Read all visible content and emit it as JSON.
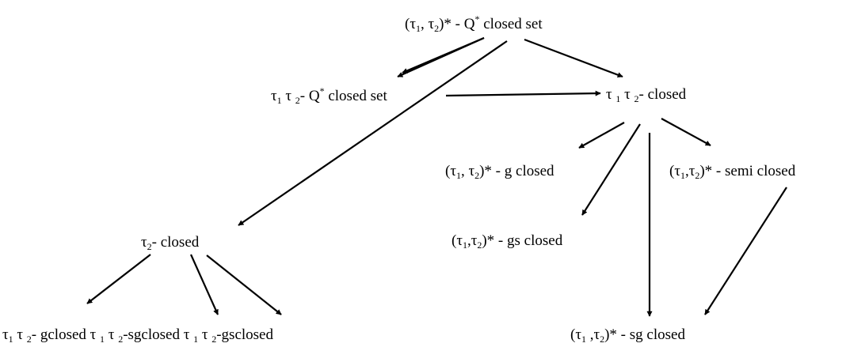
{
  "diagram": {
    "nodes": [
      {
        "id": "t1t2star-q-star-closed-set",
        "text": "(τ_1, τ_2)* - Q^* closed set"
      },
      {
        "id": "t1t2-q-star-closed-set",
        "text": "τ_1 τ _2- Q^* closed set"
      },
      {
        "id": "t1t2-closed",
        "text": "τ _1 τ _2- closed"
      },
      {
        "id": "t1t2star-g-closed",
        "text": "(τ_1, τ_2)* - g closed"
      },
      {
        "id": "t1t2star-semi-closed",
        "text": "(τ_1,τ_2)* - semi closed"
      },
      {
        "id": "t2-closed",
        "text": "τ_2- closed"
      },
      {
        "id": "t1t2star-gs-closed",
        "text": "(τ_1,τ_2)* - gs closed"
      },
      {
        "id": "bottom-left-closed-sets",
        "text": "τ_1 τ _2- gclosed τ _1 τ _2-sgclosed τ _1 τ _2-gsclosed"
      },
      {
        "id": "t1t2star-sg-closed",
        "text": "(τ_1 ,τ_2)* - sg closed"
      }
    ],
    "edges": [
      {
        "from": "t1t2star-q-star-closed-set",
        "to": "t1t2-q-star-closed-set"
      },
      {
        "from": "t1t2star-q-star-closed-set",
        "to": "t1t2-closed"
      },
      {
        "from": "t1t2star-q-star-closed-set",
        "to": "t2-closed"
      },
      {
        "from": "t1t2-q-star-closed-set",
        "to": "t1t2-closed"
      },
      {
        "from": "t1t2-closed",
        "to": "t1t2star-g-closed"
      },
      {
        "from": "t1t2-closed",
        "to": "t1t2star-gs-closed"
      },
      {
        "from": "t1t2-closed",
        "to": "t1t2star-sg-closed"
      },
      {
        "from": "t1t2-closed",
        "to": "t1t2star-semi-closed"
      },
      {
        "from": "t1t2star-semi-closed",
        "to": "t1t2star-sg-closed"
      },
      {
        "from": "t2-closed",
        "to": "bottom-left-closed-sets",
        "target_part": "gclosed"
      },
      {
        "from": "t2-closed",
        "to": "bottom-left-closed-sets",
        "target_part": "sgclosed"
      },
      {
        "from": "t2-closed",
        "to": "bottom-left-closed-sets",
        "target_part": "gsclosed"
      }
    ]
  }
}
